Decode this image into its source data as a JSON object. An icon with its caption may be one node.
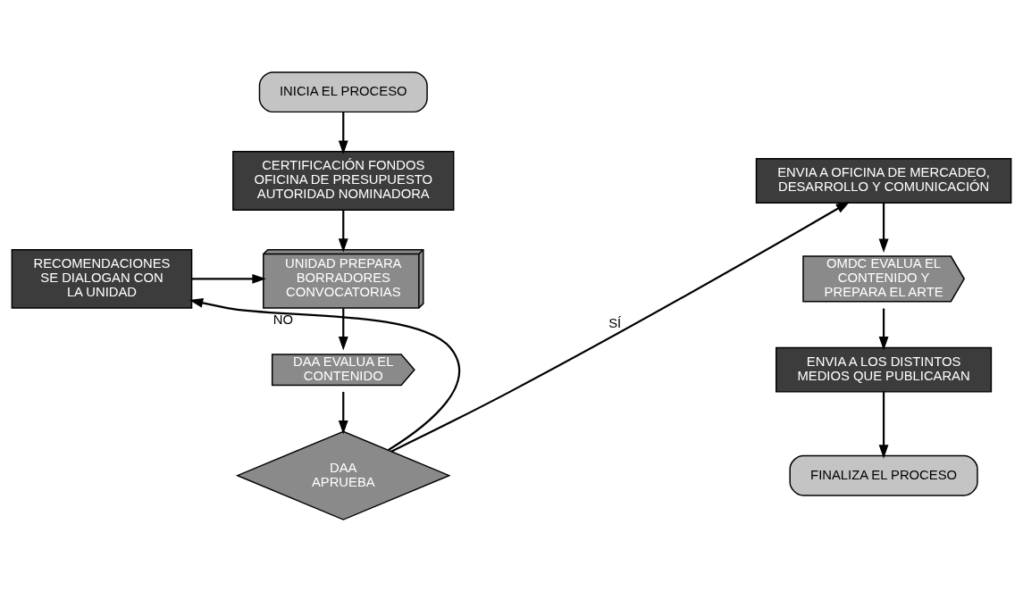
{
  "diagram": {
    "nodes": [
      {
        "text": [
          "INICIA EL PROCESO"
        ]
      },
      {
        "text": [
          "CERTIFICACIÓN FONDOS OFICINA DE PRESUPUESTO AUTORIDAD NOMINADORA"
        ]
      },
      {
        "text": [
          "RECOMENDACIONES SE DIALOGAN CON LA UNIDAD"
        ]
      },
      {
        "text": [
          "UNIDAD PREPARA BORRADORES CONVOCATORIAS"
        ]
      },
      {
        "text": [
          "DAA EVALUA EL CONTENIDO"
        ]
      },
      {
        "text": [
          "DAA APRUEBA"
        ]
      },
      {
        "text": [
          "ENVIA A OFICINA DE MERCADEO, DESARROLLO Y COMUNICACIÓN"
        ]
      },
      {
        "text": [
          "OMDC EVALUA EL CONTENIDO Y PREPARA EL ARTE"
        ]
      },
      {
        "text": [
          "ENVIA A LOS DISTINTOS MEDIOS QUE PUBLICARAN"
        ]
      },
      {
        "text": [
          "FINALIZA EL PROCESO"
        ]
      }
    ],
    "edges": [
      {
        "from": 0,
        "to": 1,
        "arrow": "to"
      },
      {
        "from": 1,
        "to": 3,
        "arrow": "to"
      },
      {
        "from": 2,
        "to": 3,
        "arrow": "to"
      },
      {
        "from": 3,
        "to": 4,
        "arrow": "to"
      },
      {
        "from": 4,
        "to": 5,
        "arrow": "to"
      },
      {
        "from": 5,
        "to": 2,
        "label": "NO",
        "arrow": "to"
      },
      {
        "from": 5,
        "to": 6,
        "label": "SÍ",
        "arrow": "to"
      },
      {
        "from": 6,
        "to": 7,
        "arrow": "to"
      },
      {
        "from": 7,
        "to": 8,
        "arrow": "to"
      },
      {
        "from": 8,
        "to": 9,
        "arrow": "to"
      }
    ]
  }
}
